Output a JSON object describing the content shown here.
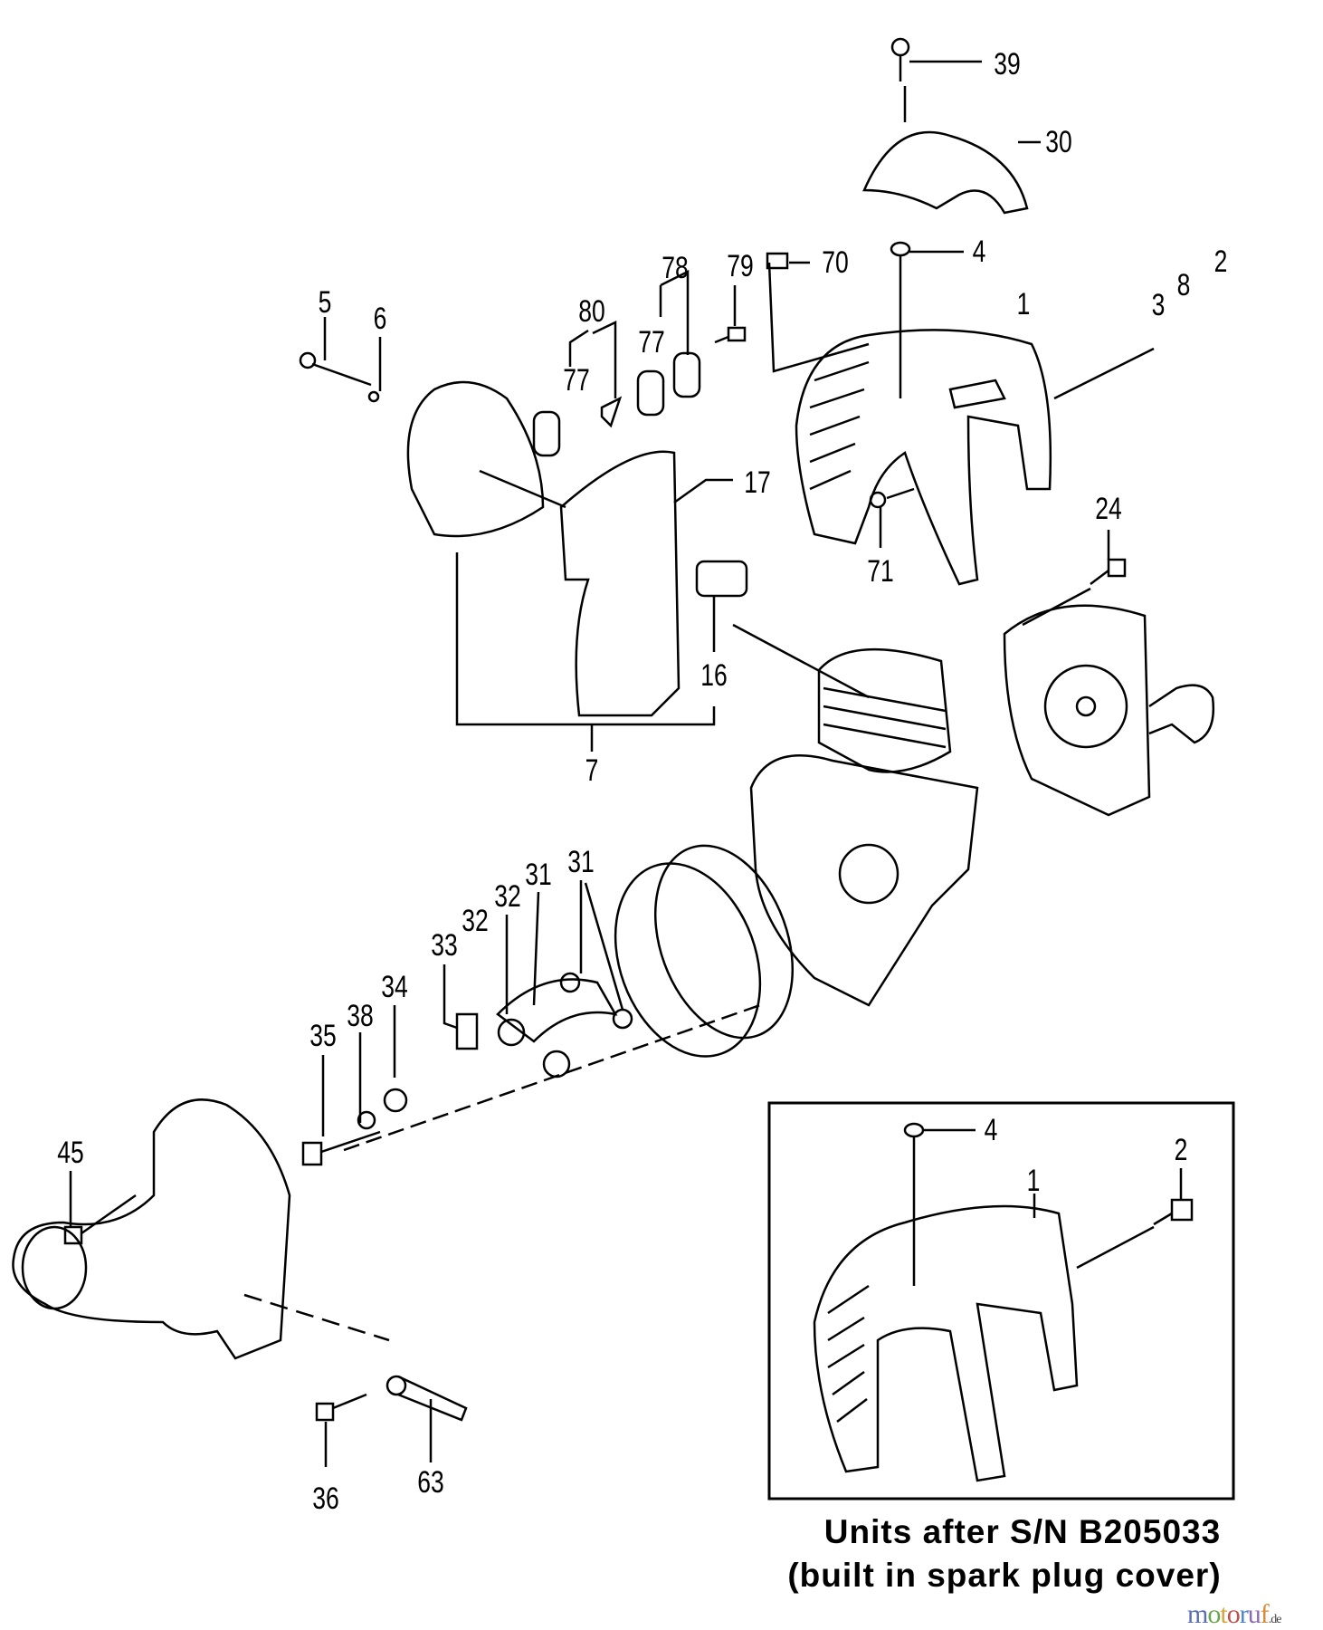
{
  "part_labels": [
    {
      "id": "39",
      "text": "39"
    },
    {
      "id": "30",
      "text": "30"
    },
    {
      "id": "4",
      "text": "4"
    },
    {
      "id": "70",
      "text": "70"
    },
    {
      "id": "79",
      "text": "79"
    },
    {
      "id": "78",
      "text": "78"
    },
    {
      "id": "80",
      "text": "80"
    },
    {
      "id": "77a",
      "text": "77"
    },
    {
      "id": "77b",
      "text": "77"
    },
    {
      "id": "5",
      "text": "5"
    },
    {
      "id": "6",
      "text": "6"
    },
    {
      "id": "1",
      "text": "1"
    },
    {
      "id": "3",
      "text": "3"
    },
    {
      "id": "8",
      "text": "8"
    },
    {
      "id": "2",
      "text": "2"
    },
    {
      "id": "17",
      "text": "17"
    },
    {
      "id": "24",
      "text": "24"
    },
    {
      "id": "71",
      "text": "71"
    },
    {
      "id": "16",
      "text": "16"
    },
    {
      "id": "7",
      "text": "7"
    },
    {
      "id": "31a",
      "text": "31"
    },
    {
      "id": "31b",
      "text": "31"
    },
    {
      "id": "32a",
      "text": "32"
    },
    {
      "id": "32b",
      "text": "32"
    },
    {
      "id": "33",
      "text": "33"
    },
    {
      "id": "34",
      "text": "34"
    },
    {
      "id": "38",
      "text": "38"
    },
    {
      "id": "35",
      "text": "35"
    },
    {
      "id": "45",
      "text": "45"
    },
    {
      "id": "36",
      "text": "36"
    },
    {
      "id": "63",
      "text": "63"
    }
  ],
  "inset": {
    "labels": [
      {
        "id": "i4",
        "text": "4"
      },
      {
        "id": "i2",
        "text": "2"
      },
      {
        "id": "i1",
        "text": "1"
      }
    ],
    "caption_line1": "Units after S/N B205033",
    "caption_line2": "(built in spark plug cover)"
  },
  "watermark": {
    "letters": [
      "m",
      "o",
      "t",
      "o",
      "r",
      "u",
      "f"
    ],
    "suffix": ".de",
    "colors": [
      "#5a6fb0",
      "#6aa84f",
      "#d9a53a",
      "#c0504d",
      "#4a86c5",
      "#8e6bb0",
      "#d98a3a"
    ]
  }
}
